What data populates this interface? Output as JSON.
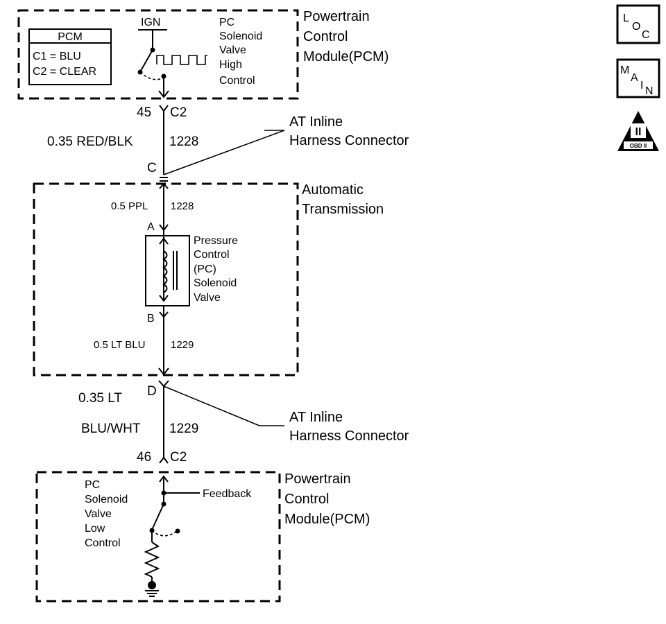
{
  "pcm_top": {
    "title_lines": [
      "Powertrain",
      "Control",
      "Module(PCM)"
    ],
    "legend_title": "PCM",
    "legend_rows": [
      "C1 = BLU",
      "C2 = CLEAR"
    ],
    "ign_label": "IGN",
    "driver_lines": [
      "PC",
      "Solenoid",
      "Valve",
      "High",
      "Control"
    ]
  },
  "wire_top": {
    "pin": "45",
    "connector": "C2",
    "gauge_color": "0.35 RED/BLK",
    "circuit": "1228",
    "inline_pin": "C"
  },
  "inline_connector_top": {
    "lines": [
      "AT Inline",
      "Harness Connector"
    ]
  },
  "transmission": {
    "title_lines": [
      "Automatic",
      "Transmission"
    ],
    "wire_a": {
      "gauge_color": "0.5 PPL",
      "circuit": "1228",
      "pin": "A"
    },
    "solenoid_lines": [
      "Pressure",
      "Control",
      "(PC)",
      "Solenoid",
      "Valve"
    ],
    "wire_b": {
      "pin": "B",
      "gauge_color": "0.5 LT BLU",
      "circuit": "1229"
    }
  },
  "wire_bottom": {
    "inline_pin": "D",
    "gauge_color_line1": "0.35 LT",
    "gauge_color_line2": "BLU/WHT",
    "circuit": "1229",
    "pin": "46",
    "connector": "C2"
  },
  "inline_connector_bottom": {
    "lines": [
      "AT Inline",
      "Harness Connector"
    ]
  },
  "pcm_bottom": {
    "title_lines": [
      "Powertrain",
      "Control",
      "Module(PCM)"
    ],
    "driver_lines": [
      "PC",
      "Solenoid",
      "Valve",
      "Low",
      "Control"
    ],
    "feedback_label": "Feedback"
  },
  "icons": {
    "loc": {
      "letters": [
        "L",
        "O",
        "C"
      ]
    },
    "main": {
      "letters": [
        "M",
        "A",
        "I",
        "N"
      ]
    },
    "obd": {
      "numeral": "II",
      "caption": "OBD II"
    }
  }
}
